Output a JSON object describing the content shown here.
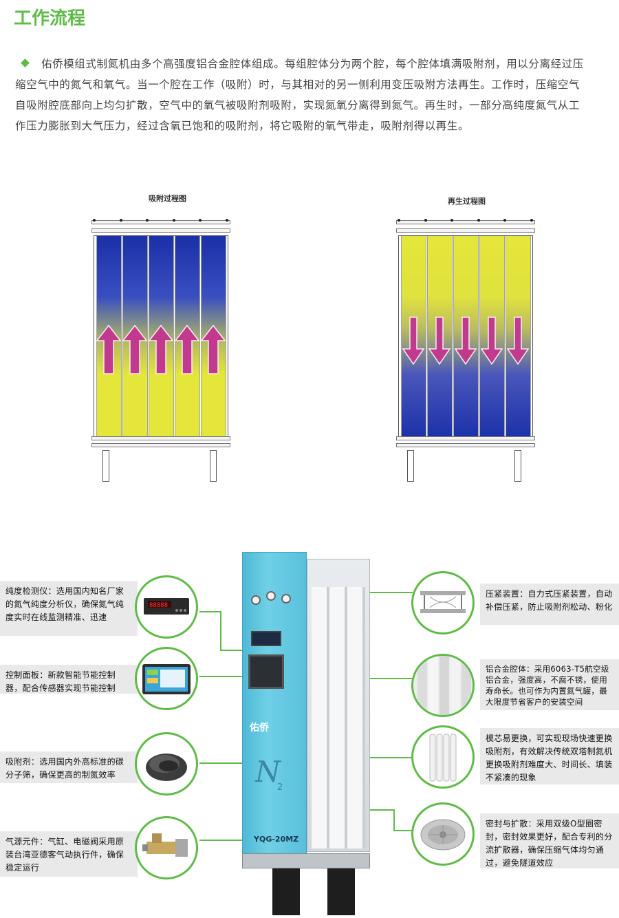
{
  "page": {
    "title": "工作流程",
    "intro": [
      "佑侨模组式制氮机由多个高强度铝合金腔体组成。每组腔体分为两个腔，每个腔体填满吸附剂，用以分离经过压",
      "缩空气中的氮气和氧气。当一个腔在工作（吸附）时，与其相对的另一侧利用变压吸附方法再生。工作时，压缩空气",
      "自吸附腔底部向上均匀扩散，空气中的氧气被吸附剂吸附，实现氮氧分离得到氮气。再生时，一部分高纯度氮气从工",
      "作压力膨胀到大气压力，经过含氧已饱和的吸附剂，将它吸附的氧气带走，吸附剂得以再生。"
    ]
  },
  "diagrams": {
    "adsorption_caption": "吸附过程图",
    "regeneration_caption": "再生过程图"
  },
  "machine": {
    "brand": "佑侨",
    "model": "YQG-20MZ",
    "symbol": "N",
    "subscript": "2"
  },
  "features": {
    "left": [
      {
        "icon": "purity-analyzer-icon",
        "text": "纯度检测仪：选用国内知名厂家的氮气纯度分析仪，确保氮气纯度实时在线监测精准、迅速"
      },
      {
        "icon": "control-panel-icon",
        "text": "控制面板：新款智能节能控制器，配合传感器实现节能控制"
      },
      {
        "icon": "adsorbent-icon",
        "text": "吸附剂：选用国内外高标准的碳分子筛，确保更高的制氮效率"
      },
      {
        "icon": "pneumatic-component-icon",
        "text": "气源元件：气缸、电磁阀采用原装台湾亚德客气动执行件，确保稳定运行"
      }
    ],
    "right": [
      {
        "icon": "compaction-device-icon",
        "text": "压紧装置：自力式压紧装置，自动补偿压紧，防止吸附剂松动、粉化"
      },
      {
        "icon": "aluminum-chamber-icon",
        "text": "铝合金腔体：采用6063-T5航空级铝合金，强度高，不腐不锈，使用寿命长。也可作为内置氮气罐，最大限度节省客户的安装空间"
      },
      {
        "icon": "module-core-icon",
        "text": "模芯易更换，可实现现场快速更换吸附剂，有效解决传统双塔制氮机更换吸附剂难度大、时间长、填装不紧凑的现象"
      },
      {
        "icon": "seal-diffuser-icon",
        "text": "密封与扩散：采用双级O型圈密封，密封效果更好，配合专利的分流扩散器，确保压缩气体均匀通过，避免隧道效应"
      }
    ]
  },
  "colors": {
    "accent": "#5dbb46",
    "machine": "#5ac3de",
    "gas_yellow": "#e4e63a",
    "gas_blue": "#1a2fa8",
    "arrow": "#c23a8e"
  }
}
